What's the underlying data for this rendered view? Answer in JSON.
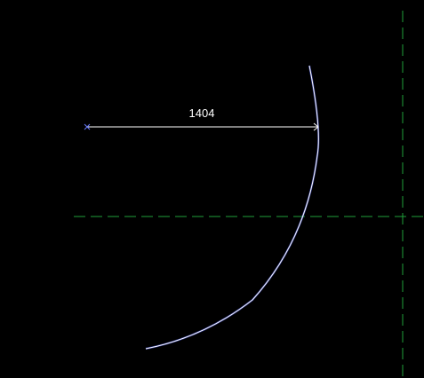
{
  "viewport": {
    "background_color": "#000000"
  },
  "dimension": {
    "value": "1404",
    "line_color": "#ffffff",
    "text_color": "#ffffff",
    "marker_color": "#6a7cff",
    "marker_icon": "x-mark"
  },
  "arc": {
    "color": "#ffffff",
    "glow_color": "#5060ff"
  },
  "centerlines": {
    "color": "#1fa03a",
    "style": "dashed"
  }
}
